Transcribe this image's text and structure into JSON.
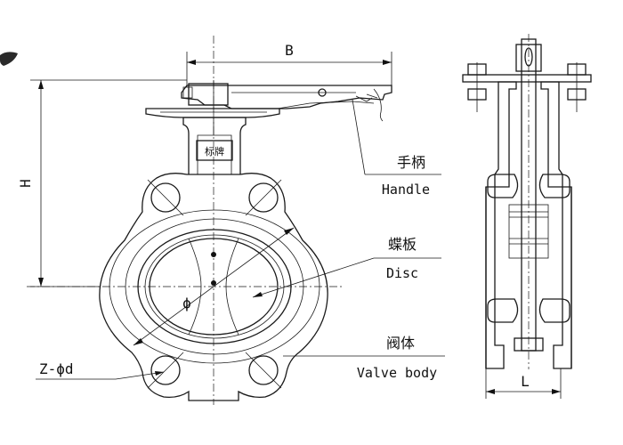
{
  "dimensions": {
    "width_label": "B",
    "height_label": "H",
    "length_label": "L",
    "bore_label": "ϕ",
    "bolt_label": "Z-ϕd"
  },
  "nameplate": "标牌",
  "callouts": {
    "handle_cn": "手柄",
    "handle_en": "Handle",
    "disc_cn": "蝶板",
    "disc_en": "Disc",
    "body_cn": "阀体",
    "body_en": "Valve body"
  }
}
